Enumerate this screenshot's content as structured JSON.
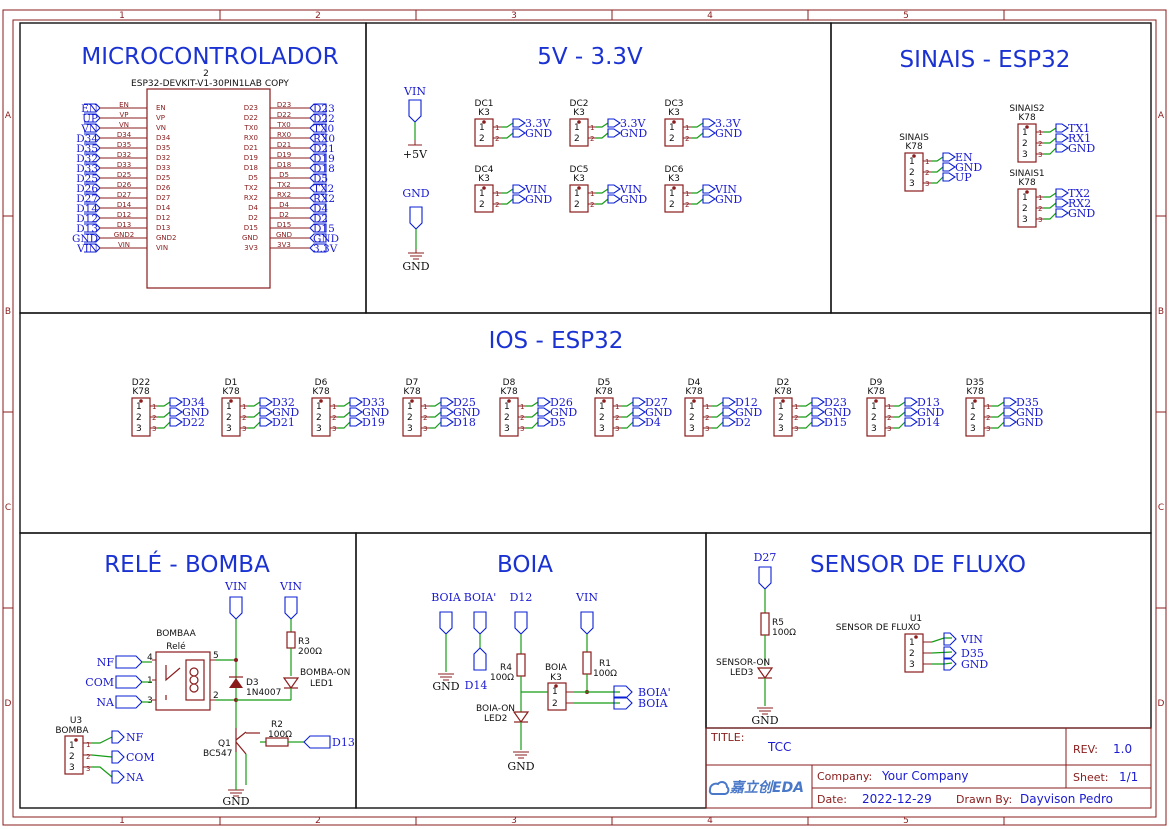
{
  "sections": {
    "micro": "MICROCONTROLADOR",
    "power": "5V - 3.3V",
    "sinais": "SINAIS - ESP32",
    "ios": "IOS - ESP32",
    "rele": "RELÉ - BOMBA",
    "boia": "BOIA",
    "fluxo": "SENSOR DE FLUXO"
  },
  "border": {
    "cols": [
      "1",
      "2",
      "3",
      "4",
      "5"
    ],
    "rows": [
      "A",
      "B",
      "C",
      "D"
    ]
  },
  "esp32": {
    "ref": "2",
    "name": "ESP32-DEVKIT-V1-30PIN1LAB COPY",
    "left_nets": [
      "EN",
      "UP",
      "VN",
      "D34",
      "D35",
      "D32",
      "D33",
      "D25",
      "D26",
      "D27",
      "D14",
      "D12",
      "D13",
      "GND",
      "VIN"
    ],
    "left_pins": [
      "EN",
      "VP",
      "VN",
      "D34",
      "D35",
      "D32",
      "D33",
      "D25",
      "D26",
      "D27",
      "D14",
      "D12",
      "D13",
      "GND2",
      "VIN"
    ],
    "left_inner": [
      "EN",
      "VP",
      "VN",
      "D34",
      "D35",
      "D32",
      "D33",
      "D25",
      "D26",
      "D27",
      "D14",
      "D12",
      "D13",
      "GND2",
      "VIN"
    ],
    "right_inner": [
      "D23",
      "D22",
      "TX0",
      "RX0",
      "D21",
      "D19",
      "D18",
      "D5",
      "TX2",
      "RX2",
      "D4",
      "D2",
      "D15",
      "GND",
      "3V3"
    ],
    "right_pins": [
      "D23",
      "D22",
      "TX0",
      "RX0",
      "D21",
      "D19",
      "D18",
      "D5",
      "TX2",
      "RX2",
      "D4",
      "D2",
      "D15",
      "GND",
      "3V3"
    ],
    "right_nets": [
      "D23",
      "D22",
      "TX0",
      "RX0",
      "D21",
      "D19",
      "D18",
      "D5",
      "TX2",
      "RX2",
      "D4",
      "D2",
      "D15",
      "GND",
      "3.3V"
    ]
  },
  "power": {
    "vin_flag": "VIN",
    "plus5v": "+5V",
    "gnd_flag": "GND",
    "gnd_sym": "GND",
    "connectors": [
      {
        "ref": "DC1",
        "val": "K3",
        "nets": [
          "3.3V",
          "GND"
        ]
      },
      {
        "ref": "DC2",
        "val": "K3",
        "nets": [
          "3.3V",
          "GND"
        ]
      },
      {
        "ref": "DC3",
        "val": "K3",
        "nets": [
          "3.3V",
          "GND"
        ]
      },
      {
        "ref": "DC4",
        "val": "K3",
        "nets": [
          "VIN",
          "GND"
        ]
      },
      {
        "ref": "DC5",
        "val": "K3",
        "nets": [
          "VIN",
          "GND"
        ]
      },
      {
        "ref": "DC6",
        "val": "K3",
        "nets": [
          "VIN",
          "GND"
        ]
      }
    ]
  },
  "sinais": [
    {
      "ref": "SINAIS",
      "val": "K78",
      "nets": [
        "EN",
        "GND",
        "UP"
      ]
    },
    {
      "ref": "SINAIS2",
      "val": "K78",
      "nets": [
        "TX1",
        "RX1",
        "GND"
      ]
    },
    {
      "ref": "SINAIS1",
      "val": "K78",
      "nets": [
        "TX2",
        "RX2",
        "GND"
      ]
    }
  ],
  "ios": [
    {
      "ref": "D22",
      "val": "K78",
      "nets": [
        "D34",
        "GND",
        "D22"
      ]
    },
    {
      "ref": "D1",
      "val": "K78",
      "nets": [
        "D32",
        "GND",
        "D21"
      ]
    },
    {
      "ref": "D6",
      "val": "K78",
      "nets": [
        "D33",
        "GND",
        "D19"
      ]
    },
    {
      "ref": "D7",
      "val": "K78",
      "nets": [
        "D25",
        "GND",
        "D18"
      ]
    },
    {
      "ref": "D8",
      "val": "K78",
      "nets": [
        "D26",
        "GND",
        "D5"
      ]
    },
    {
      "ref": "D5",
      "val": "K78",
      "nets": [
        "D27",
        "GND",
        "D4"
      ]
    },
    {
      "ref": "D4",
      "val": "K78",
      "nets": [
        "D12",
        "GND",
        "D2"
      ]
    },
    {
      "ref": "D2",
      "val": "K78",
      "nets": [
        "D23",
        "GND",
        "D15"
      ]
    },
    {
      "ref": "D9",
      "val": "K78",
      "nets": [
        "D13",
        "GND",
        "D14"
      ]
    },
    {
      "ref": "D35",
      "val": "K78",
      "nets": [
        "D35",
        "GND",
        "GND"
      ]
    }
  ],
  "rele": {
    "relay_ref": "BOMBAA",
    "relay_val": "Relé",
    "nets": [
      "NF",
      "COM",
      "NA"
    ],
    "pins": [
      "4",
      "1",
      "3",
      "5",
      "2"
    ],
    "vin1": "VIN",
    "vin2": "VIN",
    "d3_ref": "D3",
    "d3_val": "1N4007",
    "r3_ref": "R3",
    "r3_val": "200Ω",
    "led_ref": "BOMBA-ON",
    "led_val": "LED1",
    "q1_ref": "Q1",
    "q1_val": "BC547",
    "r2_ref": "R2",
    "r2_val": "100Ω",
    "d13": "D13",
    "gnd": "GND",
    "u3_ref": "U3",
    "u3_val": "BOMBA",
    "u3_nets": [
      "NF",
      "COM",
      "NA"
    ]
  },
  "boia": {
    "boia_flag": "BOIA",
    "boia2_flag": "BOIA'",
    "d12_flag": "D12",
    "vin_flag": "VIN",
    "gnd": "GND",
    "d14": "D14",
    "r4_ref": "R4",
    "r4_val": "100Ω",
    "r1_ref": "R1",
    "r1_val": "100Ω",
    "conn_ref": "BOIA",
    "conn_val": "K3",
    "conn_nets": [
      "BOIA'",
      "BOIA"
    ],
    "led_ref": "BOIA-ON",
    "led_val": "LED2",
    "gnd2": "GND"
  },
  "fluxo": {
    "d27": "D27",
    "r5_ref": "R5",
    "r5_val": "100Ω",
    "led_ref": "SENSOR-ON",
    "led_val": "LED3",
    "gnd": "GND",
    "u1_ref": "U1",
    "u1_val": "SENSOR DE FLUXO",
    "u1_nets": [
      "VIN",
      "D35",
      "GND"
    ]
  },
  "title_block": {
    "title_key": "TITLE:",
    "title": "TCC",
    "rev_key": "REV:",
    "rev": "1.0",
    "company_key": "Company:",
    "company": "Your Company",
    "sheet_key": "Sheet:",
    "sheet": "1/1",
    "date_key": "Date:",
    "date": "2022-12-29",
    "drawn_key": "Drawn By:",
    "drawn": "Dayvison Pedro",
    "logo": "嘉立创EDA"
  }
}
